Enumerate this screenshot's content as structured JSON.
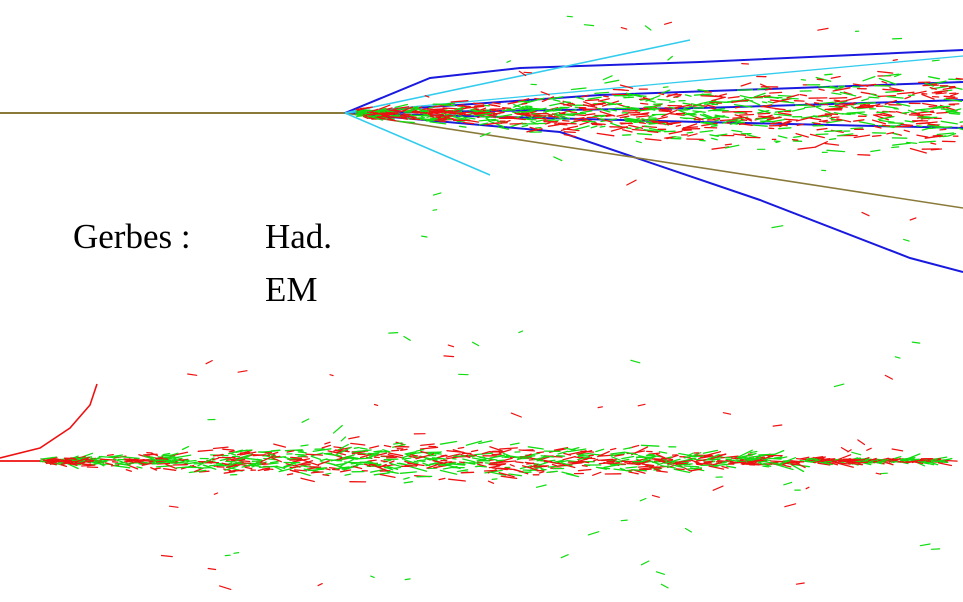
{
  "legend": {
    "title": "Gerbes :",
    "entries": [
      "Had.",
      "EM"
    ]
  },
  "colors": {
    "background": "#ffffff",
    "beam": "#8a7a3a",
    "blue": "#1a1adf",
    "cyan": "#33ccee",
    "red": "#ee1111",
    "green": "#11dd11"
  },
  "diagram": {
    "showers": [
      {
        "kind": "hadronic",
        "position": "top"
      },
      {
        "kind": "electromagnetic",
        "position": "bottom"
      }
    ]
  }
}
